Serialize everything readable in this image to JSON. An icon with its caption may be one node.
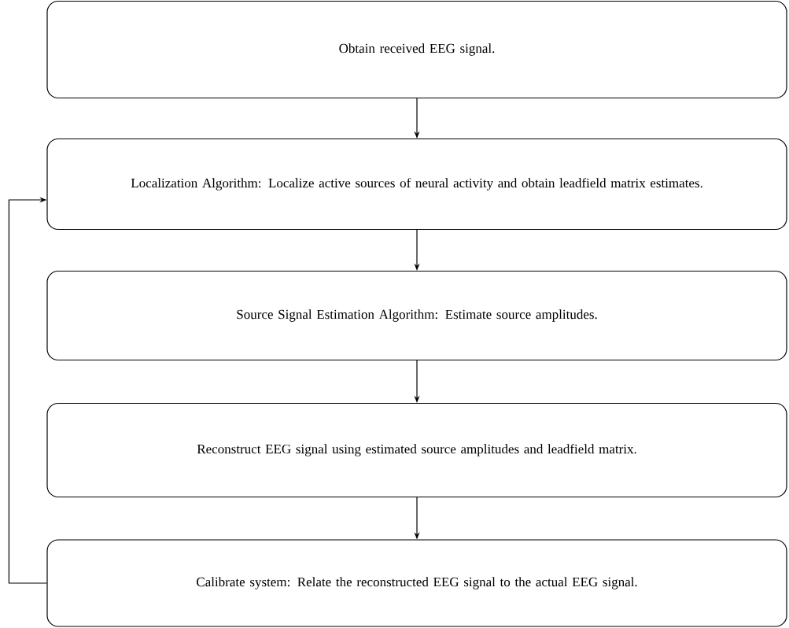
{
  "diagram": {
    "nodes": [
      {
        "text": [
          "Obtain received EEG signal."
        ]
      },
      {
        "text": [
          "Localization Algorithm: Localize active sources of neural activity and obtain leadfield matrix estimates."
        ]
      },
      {
        "text": [
          "Source Signal Estimation Algorithm:  Estimate source amplitudes."
        ]
      },
      {
        "text": [
          "Reconstruct EEG signal using estimated source amplitudes and leadfield matrix."
        ]
      },
      {
        "text": [
          "Calibrate system: Relate the reconstructed EEG signal to the actual EEG signal."
        ]
      }
    ],
    "edges": [
      {
        "from": 0,
        "to": 1,
        "arrow": "to"
      },
      {
        "from": 1,
        "to": 2,
        "arrow": "to"
      },
      {
        "from": 2,
        "to": 3,
        "arrow": "to"
      },
      {
        "from": 3,
        "to": 4,
        "arrow": "to"
      },
      {
        "from": 4,
        "to": 1,
        "arrow": "to"
      }
    ]
  }
}
